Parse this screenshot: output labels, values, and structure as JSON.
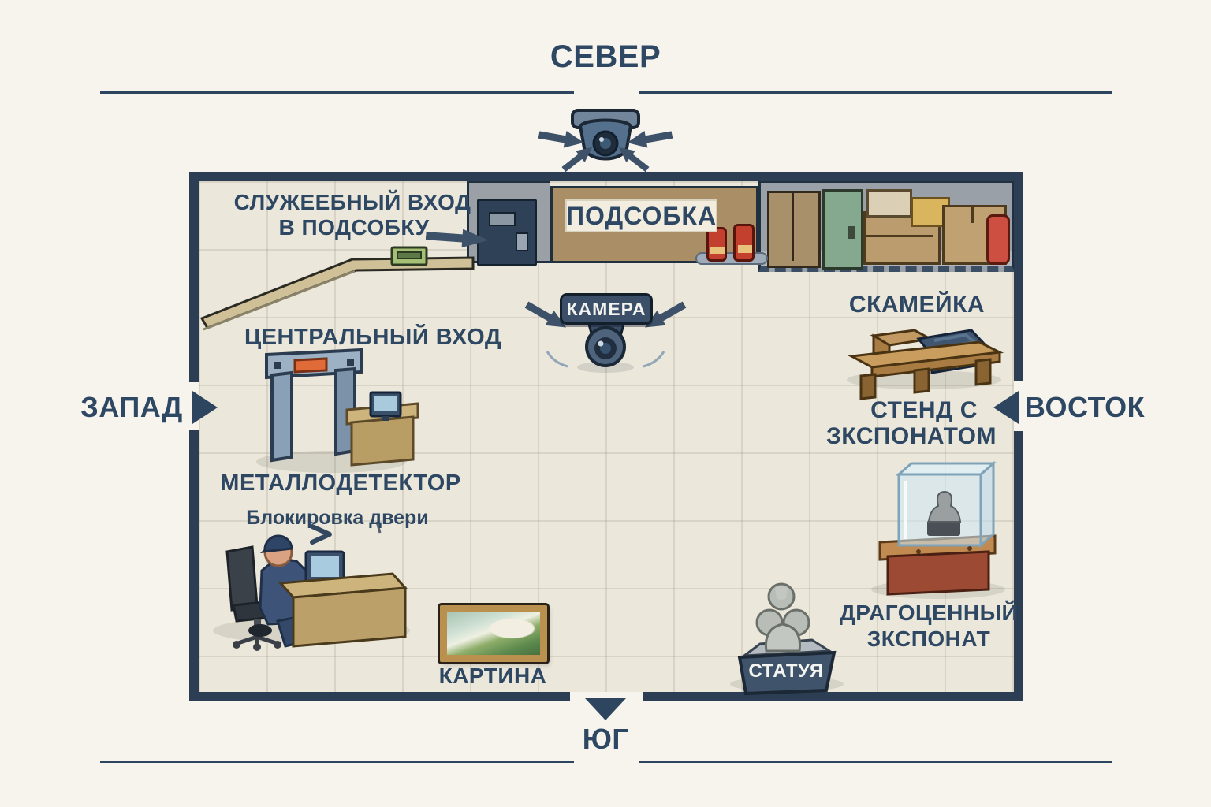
{
  "compass": {
    "north": "СЕВЕР",
    "south": "ЮГ",
    "west": "ЗАПАД",
    "east": "ВОСТОК"
  },
  "labels": {
    "service_entrance_line1": "СЛУЖЕЕБНЫЙ ВХОД",
    "service_entrance_line2": "В ПОДСОБКУ",
    "storeroom_sign": "ПОДСОБКА",
    "camera_sign": "КАМЕРА",
    "bench": "СКАМЕЙКА",
    "central_entrance": "ЦЕНТРАЛЬНЫЙ ВХОД",
    "metal_detector": "МЕТАЛЛОДЕТЕКТОР",
    "door_lock_note": "Блокировка двери",
    "exhibit_stand_line1": "СТЕНД С",
    "exhibit_stand_line2": "ЗКСПОНАТОМ",
    "precious_exhibit_line1": "ДРАГОЦЕННЫЙ",
    "precious_exhibit_line2": "ЗКСПОНАТ",
    "painting": "КАРТИНА",
    "statue": "СТАТУЯ"
  },
  "icons": {
    "north_ceiling_camera": "dome-security-camera with four arrows",
    "interior_camera": "dome-camera under sign with two arrows",
    "service_door": "navy steel door",
    "keypad": "green access keypad on railing",
    "fire_extinguishers": "two red extinguishers",
    "storage_items": "cabinet, green locker, cardboard boxes, extinguisher",
    "metal_detector_gate": "walk-through detector frame with orange panel",
    "guard_desk": "guard seated at desk with monitor",
    "bench_object": "wooden bench with dark case",
    "display_case": "glass cube with bust on pedestal",
    "statue_figure": "stone statue on labeled pedestal",
    "wall_gap_arrows": "west/east/south entry arrows"
  },
  "colors": {
    "background": "#f7f4ee",
    "wall_navy": "#2c3e54",
    "text_navy": "#2e4763",
    "floor_tile": "#ebe7db",
    "backroom_gray": "#9aa0a6",
    "panel_brown": "#a98e66",
    "sign_cream": "#f2eddf",
    "camera_sign_bg": "#3b4f68",
    "extinguisher_red": "#c33f2e",
    "locker_green": "#84a98e",
    "detector_steel": "#8aa0b6",
    "detector_orange": "#e06a38",
    "wood_tan": "#cdb37c",
    "pedestal_red": "#9c4a33",
    "statue_gray": "#b9bdb7"
  }
}
